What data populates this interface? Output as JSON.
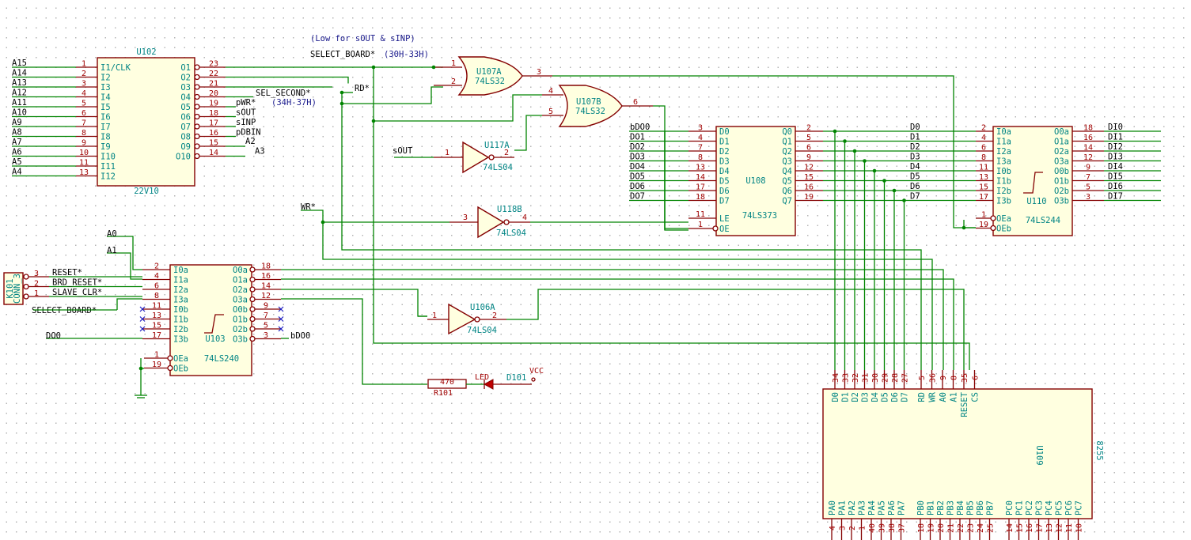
{
  "annotations": {
    "low_note": "(Low for sOUT & sINP)",
    "range1": "(30H-33H)",
    "range2": "(34H-37H)"
  },
  "u102": {
    "ref": "U102",
    "val": "22V10",
    "in": [
      [
        "A15",
        "1",
        "I1/CLK"
      ],
      [
        "A14",
        "2",
        "I2"
      ],
      [
        "A13",
        "3",
        "I3"
      ],
      [
        "A12",
        "4",
        "I4"
      ],
      [
        "A11",
        "5",
        "I5"
      ],
      [
        "A10",
        "6",
        "I6"
      ],
      [
        "A9",
        "7",
        "I7"
      ],
      [
        "A8",
        "8",
        "I8"
      ],
      [
        "A7",
        "9",
        "I9"
      ],
      [
        "A6",
        "10",
        "I10"
      ],
      [
        "A5",
        "11",
        "I11"
      ],
      [
        "A4",
        "13",
        "I12"
      ]
    ],
    "out": [
      [
        "O1",
        "23",
        "SELECT_BOARD*"
      ],
      [
        "O2",
        "22",
        ""
      ],
      [
        "O3",
        "21",
        ""
      ],
      [
        "O4",
        "20",
        "SEL_SECOND*"
      ],
      [
        "O5",
        "19",
        "pWR*"
      ],
      [
        "O6",
        "18",
        "sOUT"
      ],
      [
        "O7",
        "17",
        "sINP"
      ],
      [
        "O8",
        "16",
        "pDBIN"
      ],
      [
        "O9",
        "15",
        "A2"
      ],
      [
        "O10",
        "14",
        "A3"
      ]
    ]
  },
  "u107a": {
    "ref": "U107A",
    "val": "74LS32",
    "p1": "1",
    "p2": "2",
    "p3": "3"
  },
  "u107b": {
    "ref": "U107B",
    "val": "74LS32",
    "p1": "4",
    "p2": "5",
    "p3": "6"
  },
  "u117a": {
    "ref": "U117A",
    "val": "74LS04",
    "pi": "1",
    "po": "2",
    "net": "sOUT"
  },
  "u118b": {
    "ref": "U118B",
    "val": "74LS04",
    "pi": "3",
    "po": "4",
    "net": "WR*"
  },
  "u106a": {
    "ref": "U106A",
    "val": "74LS04",
    "pi": "1",
    "po": "2"
  },
  "rd_label": "RD*",
  "u108": {
    "ref": "U108",
    "val": "74LS373",
    "din": [
      [
        "bDO0",
        "3",
        "D0"
      ],
      [
        "DO1",
        "4",
        "D1"
      ],
      [
        "DO2",
        "7",
        "D2"
      ],
      [
        "DO3",
        "8",
        "D3"
      ],
      [
        "DO4",
        "13",
        "D4"
      ],
      [
        "DO5",
        "14",
        "D5"
      ],
      [
        "DO6",
        "17",
        "D6"
      ],
      [
        "DO7",
        "18",
        "D7"
      ]
    ],
    "q": [
      [
        "Q0",
        "2",
        "D0"
      ],
      [
        "Q1",
        "5",
        "D1"
      ],
      [
        "Q2",
        "6",
        "D2"
      ],
      [
        "Q3",
        "9",
        "D3"
      ],
      [
        "Q4",
        "12",
        "D4"
      ],
      [
        "Q5",
        "15",
        "D5"
      ],
      [
        "Q6",
        "16",
        "D6"
      ],
      [
        "Q7",
        "19",
        "D7"
      ]
    ],
    "le": [
      "LE",
      "11"
    ],
    "oe": [
      "OE",
      "1"
    ]
  },
  "u110": {
    "ref": "U110",
    "val": "74LS244",
    "in": [
      [
        "I0a",
        "2"
      ],
      [
        "I1a",
        "4"
      ],
      [
        "I2a",
        "6"
      ],
      [
        "I3a",
        "8"
      ],
      [
        "I0b",
        "11"
      ],
      [
        "I1b",
        "13"
      ],
      [
        "I2b",
        "15"
      ],
      [
        "I3b",
        "17"
      ]
    ],
    "out": [
      [
        "O0a",
        "18",
        "DI0"
      ],
      [
        "O1a",
        "16",
        "DI1"
      ],
      [
        "O2a",
        "14",
        "DI2"
      ],
      [
        "O3a",
        "12",
        "DI3"
      ],
      [
        "O0b",
        "9",
        "DI4"
      ],
      [
        "O1b",
        "7",
        "DI5"
      ],
      [
        "O2b",
        "5",
        "DI6"
      ],
      [
        "O3b",
        "3",
        "DI7"
      ]
    ],
    "oe": [
      [
        "OEa",
        "1"
      ],
      [
        "OEb",
        "19"
      ]
    ]
  },
  "u103": {
    "ref": "U103",
    "val": "74LS240",
    "in": [
      [
        "I0a",
        "2",
        "A0"
      ],
      [
        "I1a",
        "4",
        "A1"
      ],
      [
        "I2a",
        "6",
        ""
      ],
      [
        "I3a",
        "8",
        ""
      ],
      [
        "I0b",
        "11",
        ""
      ],
      [
        "I1b",
        "13",
        ""
      ],
      [
        "I2b",
        "15",
        ""
      ],
      [
        "I3b",
        "17",
        "DO0"
      ]
    ],
    "out": [
      [
        "O0a",
        "18"
      ],
      [
        "O1a",
        "16"
      ],
      [
        "O2a",
        "14"
      ],
      [
        "O3a",
        "12"
      ],
      [
        "O0b",
        "9"
      ],
      [
        "O1b",
        "7"
      ],
      [
        "O2b",
        "5"
      ],
      [
        "O3b",
        "3"
      ]
    ],
    "oe": [
      [
        "OEa",
        "1"
      ],
      [
        "OEb",
        "19"
      ]
    ],
    "out_net": "bDO0"
  },
  "k101": {
    "ref": "K101",
    "val": "CONN_3",
    "pins": [
      [
        "3",
        "RESET*"
      ],
      [
        "2",
        "BRD_RESET*"
      ],
      [
        "1",
        "SLAVE_CLR*"
      ]
    ],
    "extra": "SELECT_BOARD*"
  },
  "r101": {
    "ref": "R101",
    "val": "470"
  },
  "d101": {
    "ref": "D101",
    "val": "LED",
    "pwr": "VCC"
  },
  "u109": {
    "ref": "U109",
    "val": "8255",
    "top": [
      [
        "D0",
        "34"
      ],
      [
        "D1",
        "33"
      ],
      [
        "D2",
        "32"
      ],
      [
        "D3",
        "31"
      ],
      [
        "D4",
        "30"
      ],
      [
        "D5",
        "29"
      ],
      [
        "D6",
        "28"
      ],
      [
        "D7",
        "27"
      ],
      [
        "RD",
        "5"
      ],
      [
        "WR",
        "36"
      ],
      [
        "A0",
        "9"
      ],
      [
        "A1",
        "8"
      ],
      [
        "RESET",
        "35"
      ],
      [
        "CS",
        "6"
      ]
    ],
    "pa": [
      [
        "PA0",
        "4"
      ],
      [
        "PA1",
        "3"
      ],
      [
        "PA2",
        "2"
      ],
      [
        "PA3",
        "1"
      ],
      [
        "PA4",
        "40"
      ],
      [
        "PA5",
        "39"
      ],
      [
        "PA6",
        "38"
      ],
      [
        "PA7",
        "37"
      ]
    ],
    "pb": [
      [
        "PB0",
        "18"
      ],
      [
        "PB1",
        "19"
      ],
      [
        "PB2",
        "20"
      ],
      [
        "PB3",
        "21"
      ],
      [
        "PB4",
        "22"
      ],
      [
        "PB5",
        "23"
      ],
      [
        "PB6",
        "24"
      ],
      [
        "PB7",
        "25"
      ]
    ],
    "pc": [
      [
        "PC0",
        "14"
      ],
      [
        "PC1",
        "15"
      ],
      [
        "PC2",
        "16"
      ],
      [
        "PC3",
        "17"
      ],
      [
        "PC4",
        "13"
      ],
      [
        "PC5",
        "12"
      ],
      [
        "PC6",
        "11"
      ],
      [
        "PC7",
        "10"
      ]
    ]
  }
}
